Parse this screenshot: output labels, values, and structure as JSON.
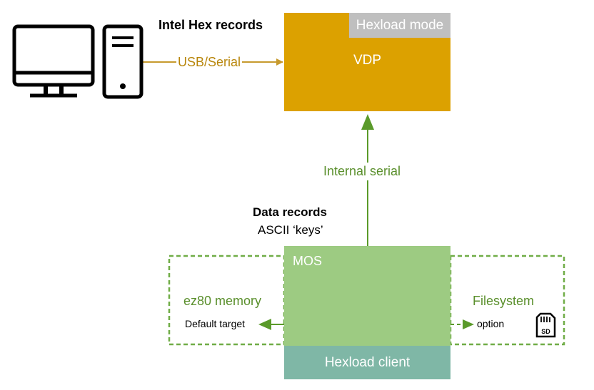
{
  "labels": {
    "intel_hex_records": "Intel Hex records",
    "usb_serial": "USB/Serial",
    "hexload_mode": "Hexload mode",
    "vdp": "VDP",
    "internal_serial": "Internal serial",
    "data_records": "Data records",
    "ascii_keys": "ASCII ‘keys’",
    "mos": "MOS",
    "ez80_memory": "ez80 memory",
    "default_target": "Default target",
    "filesystem": "Filesystem",
    "option": "option",
    "hexload_client": "Hexload client",
    "sd_card_text": "SD"
  },
  "icons": {
    "computer": "desktop-computer-icon",
    "sd_card": "sd-card-icon"
  },
  "colors": {
    "vdp": "#dca100",
    "hexload_mode": "#bfbfbf",
    "mos": "#9dcb82",
    "client": "#7fb7a6",
    "usb_arrow": "#c79a2e",
    "green_arrow": "#5a9a2a",
    "dashed_border": "#70ad47"
  }
}
